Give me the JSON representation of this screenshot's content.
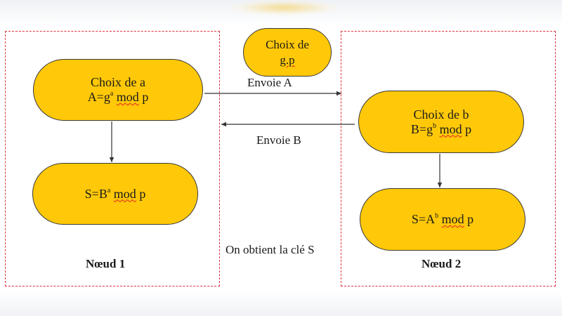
{
  "nodes": {
    "node1": {
      "label": "Nœud  1"
    },
    "node2": {
      "label": "Nœud 2"
    }
  },
  "public_params": {
    "line1": "Choix de",
    "line2": "g.p"
  },
  "node1_choice": {
    "line1": "Choix de a",
    "prefix": "A=g",
    "exp": "a",
    "mod": "mod",
    "suffix": " p"
  },
  "node1_secret": {
    "prefix": "S=B",
    "exp": "a",
    "mod": "mod",
    "suffix": " p"
  },
  "node2_choice": {
    "line1": "Choix de b",
    "prefix": "B=g",
    "exp": "b",
    "mod": "mod",
    "suffix": " p"
  },
  "node2_secret": {
    "prefix": "S=A",
    "exp": "b",
    "mod": "mod",
    "suffix": " p"
  },
  "messages": {
    "send_a": "Envoie A",
    "send_b": "Envoie B",
    "shared_key": "On obtient la clé S"
  },
  "colors": {
    "pill_fill": "#ffc808",
    "dashed_border": "#e0323c",
    "arrow": "#333333"
  }
}
